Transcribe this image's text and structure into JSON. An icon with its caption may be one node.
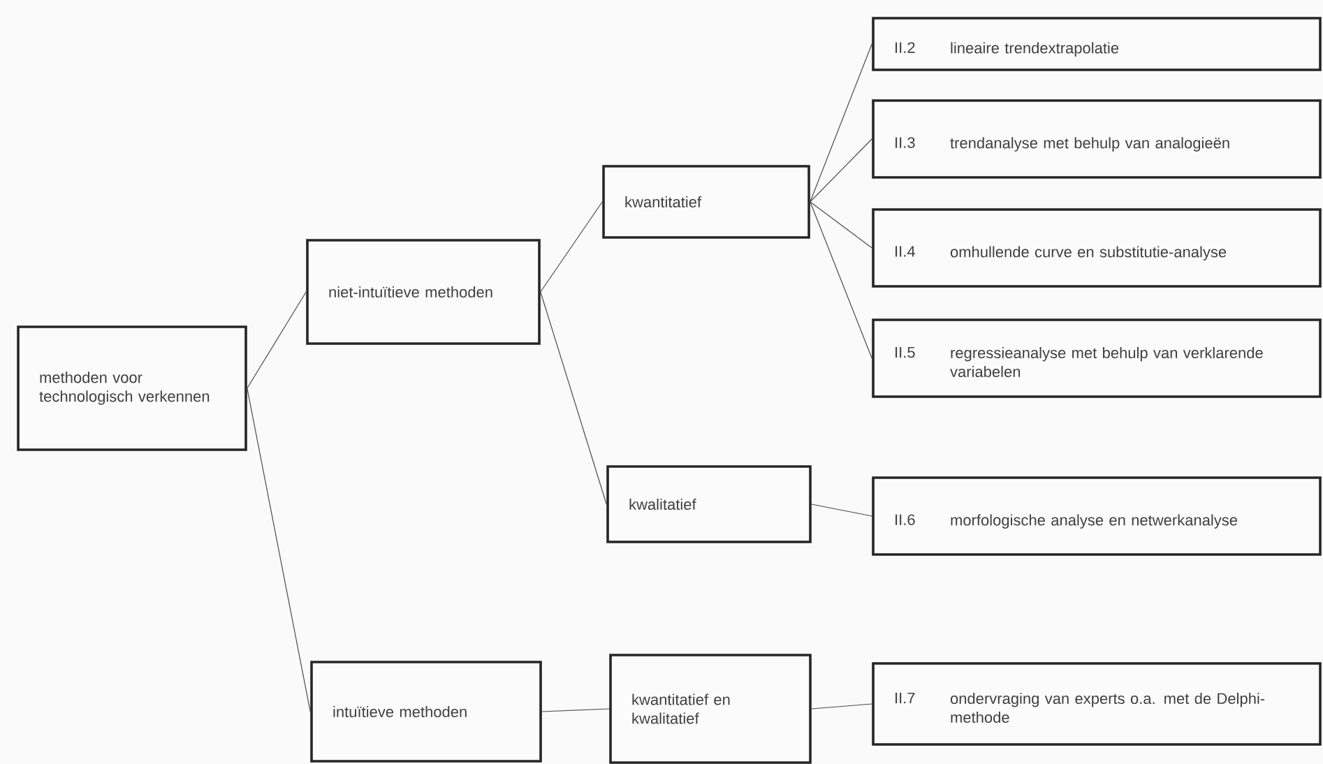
{
  "diagram": {
    "nodes": [
      {
        "text": [
          "methoden voor technologisch verkennen"
        ]
      },
      {
        "text": [
          "niet-intuïtieve methoden"
        ]
      },
      {
        "text": [
          "kwantitatief"
        ]
      },
      {
        "text": [
          "II.2",
          "lineaire trendextrapolatie"
        ]
      },
      {
        "text": [
          "II.3",
          "trendanalyse met behulp van analogieën"
        ]
      },
      {
        "text": [
          "II.4",
          "omhullende curve en substitutie-analyse"
        ]
      },
      {
        "text": [
          "II.5",
          "regressieanalyse met behulp van verklarende variabelen"
        ]
      },
      {
        "text": [
          "kwalitatief"
        ]
      },
      {
        "text": [
          "II.6",
          "morfologische analyse en netwerkanalyse"
        ]
      },
      {
        "text": [
          "intuïtieve methoden"
        ]
      },
      {
        "text": [
          "kwantitatief en kwalitatief"
        ]
      },
      {
        "text": [
          "II.7",
          "ondervraging van experts o.a. met de Delphi-methode"
        ]
      }
    ],
    "edges": [
      {
        "from": 0,
        "to": 1,
        "arrow": "none"
      },
      {
        "from": 0,
        "to": 9,
        "arrow": "none"
      },
      {
        "from": 1,
        "to": 2,
        "arrow": "none"
      },
      {
        "from": 1,
        "to": 7,
        "arrow": "none"
      },
      {
        "from": 2,
        "to": 3,
        "arrow": "none"
      },
      {
        "from": 2,
        "to": 4,
        "arrow": "none"
      },
      {
        "from": 2,
        "to": 5,
        "arrow": "none"
      },
      {
        "from": 2,
        "to": 6,
        "arrow": "none"
      },
      {
        "from": 7,
        "to": 8,
        "arrow": "none"
      },
      {
        "from": 9,
        "to": 10,
        "arrow": "none"
      },
      {
        "from": 10,
        "to": 11,
        "arrow": "none"
      }
    ]
  }
}
